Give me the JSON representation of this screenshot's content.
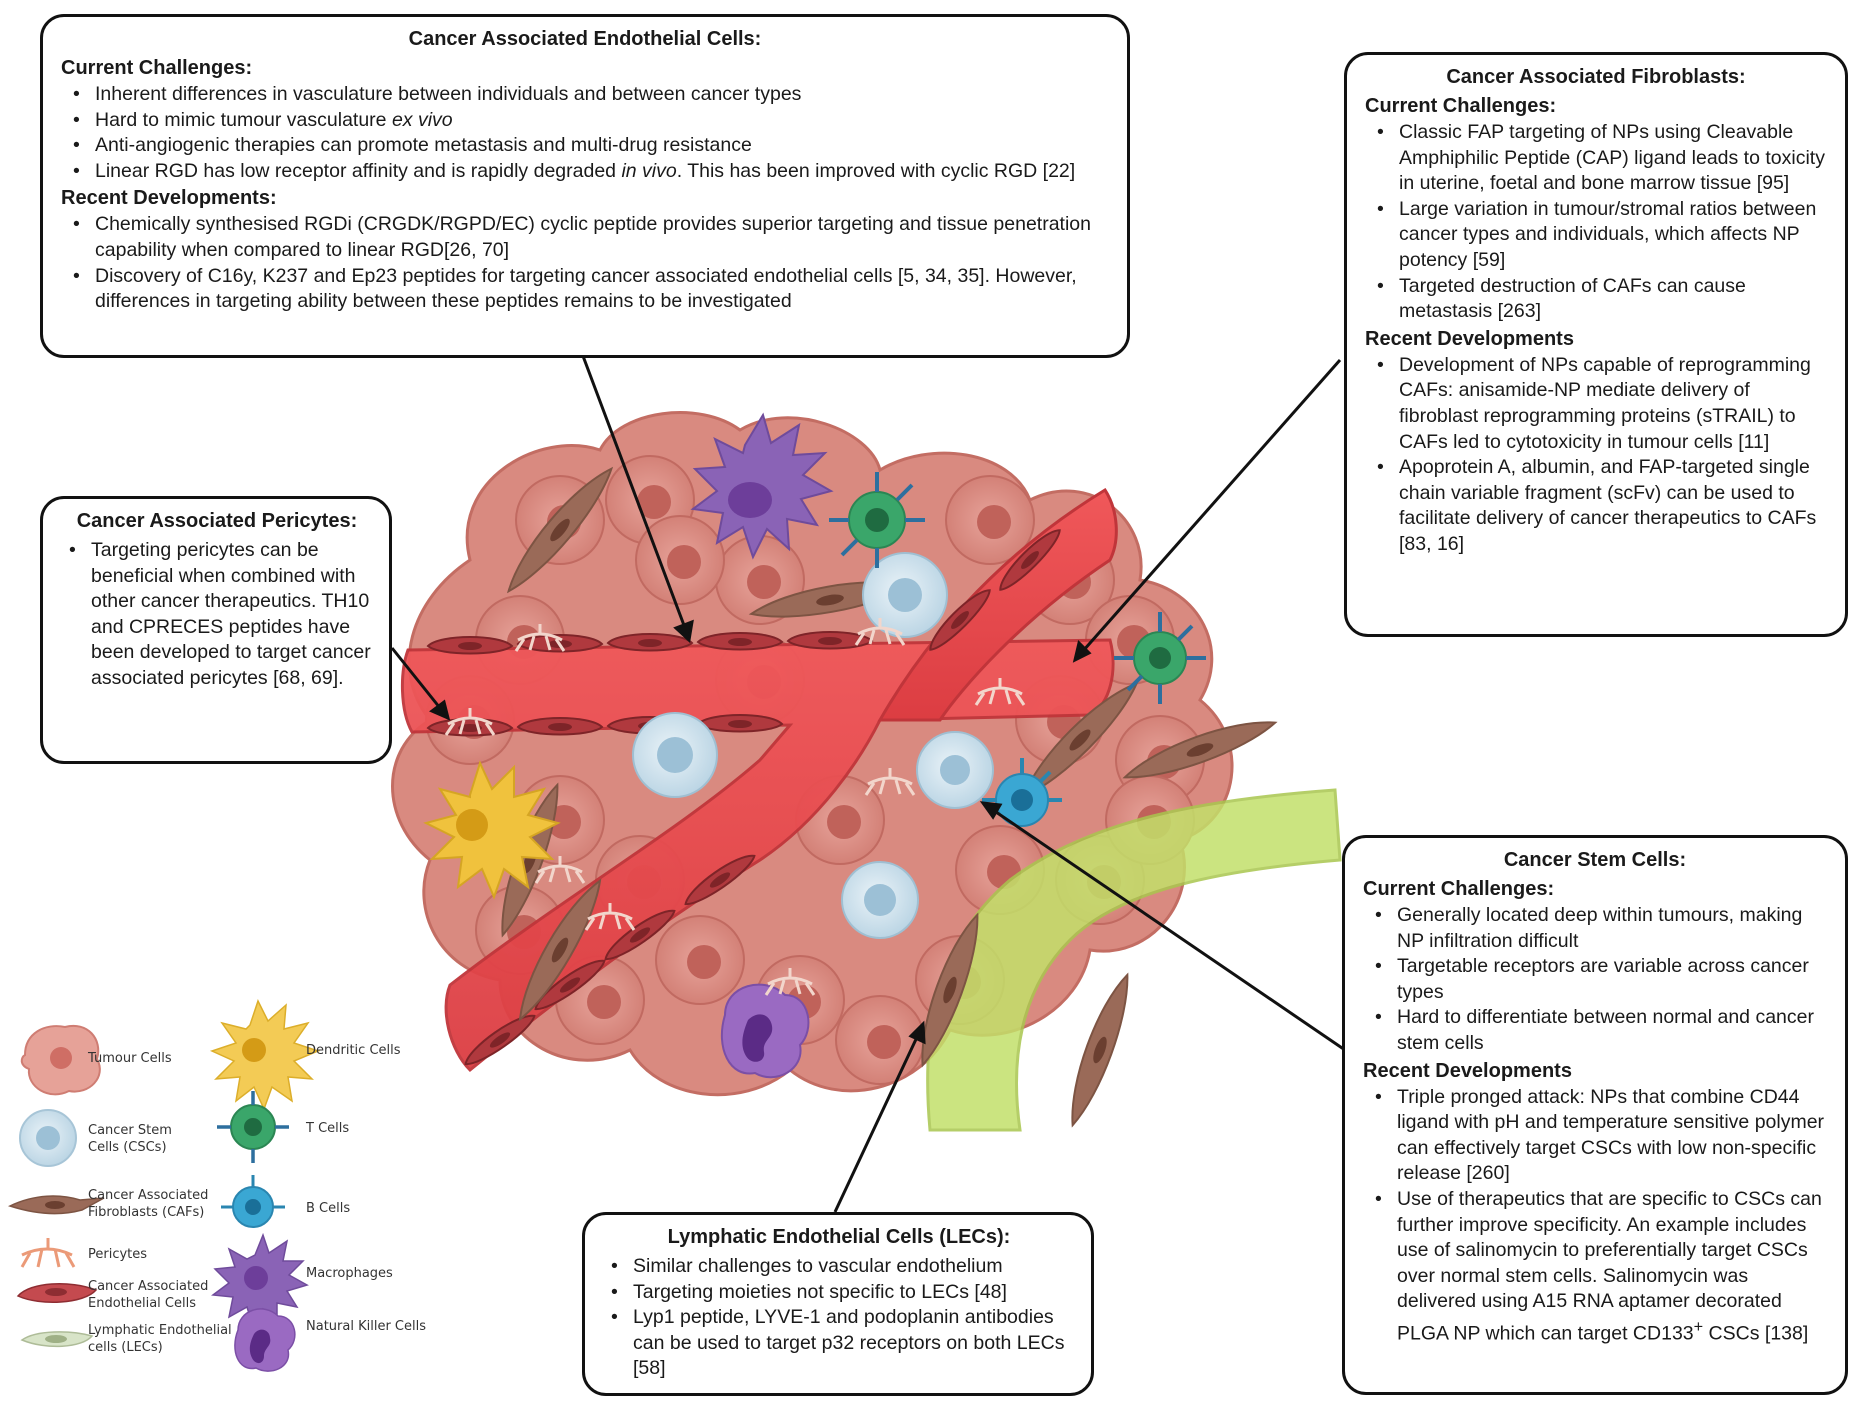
{
  "colors": {
    "vessel": "#e8474b",
    "lymph": "#c3e06a",
    "tumour": "#d9837a",
    "fibroblast": "#9a6a58",
    "endothelial": "#b03a3f",
    "stem": "#b9d6e6",
    "tcell": "#2f9a58",
    "bcell": "#3aa7d3",
    "macrophage": "#8a63b6",
    "dendritic": "#f0c23d",
    "nk": "#9a6ac2"
  },
  "endothelial": {
    "title": "Cancer Associated Endothelial Cells:",
    "challenges_heading": "Current Challenges:",
    "challenges": [
      {
        "pre": "Inherent differences in vasculature between individuals and between cancer types",
        "it": "",
        "post": ""
      },
      {
        "pre": "Hard to mimic tumour vasculature ",
        "it": "ex vivo",
        "post": ""
      },
      {
        "pre": "Anti-angiogenic therapies can promote metastasis and multi-drug resistance",
        "it": "",
        "post": ""
      },
      {
        "pre": "Linear RGD has low receptor affinity and is rapidly degraded ",
        "it": "in vivo",
        "post": ". This has been improved with cyclic RGD [22]"
      }
    ],
    "developments_heading": "Recent Developments:",
    "developments": [
      "Chemically synthesised RGDi (CRGDK/RGPD/EC) cyclic peptide provides superior targeting and tissue penetration capability when compared to linear RGD[26, 70]",
      "Discovery of C16y, K237 and Ep23 peptides for targeting cancer associated endothelial cells [5, 34, 35]. However, differences in targeting ability between these peptides remains to be investigated"
    ]
  },
  "fibroblasts": {
    "title": "Cancer Associated Fibroblasts:",
    "challenges_heading": "Current Challenges:",
    "challenges": [
      "Classic FAP targeting of NPs using Cleavable Amphiphilic Peptide (CAP) ligand leads to toxicity in uterine, foetal and bone marrow tissue [95]",
      "Large variation in tumour/stromal ratios between cancer types and individuals, which affects NP potency [59]",
      "Targeted destruction of CAFs can cause metastasis [263]"
    ],
    "developments_heading": "Recent Developments",
    "developments": [
      "Development of NPs capable of reprogramming CAFs: anisamide-NP mediate delivery of fibroblast reprogramming proteins (sTRAIL) to CAFs led to cytotoxicity in tumour cells [11]",
      "Apoprotein A, albumin, and FAP-targeted single chain variable fragment (scFv)  can be used to facilitate delivery of cancer therapeutics to CAFs [83, 16]"
    ]
  },
  "pericytes": {
    "title": "Cancer Associated Pericytes:",
    "items": [
      "Targeting pericytes can be beneficial when combined with other cancer therapeutics. TH10 and CPRECES peptides have been developed to target cancer associated pericytes [68, 69]."
    ]
  },
  "stem": {
    "title": "Cancer Stem Cells:",
    "challenges_heading": "Current Challenges:",
    "challenges": [
      "Generally located deep within tumours, making NP infiltration difficult",
      "Targetable receptors are variable across cancer types",
      "Hard to differentiate between normal and cancer stem cells"
    ],
    "developments_heading": "Recent Developments",
    "developments": [
      {
        "pre": "Triple pronged attack: NPs that combine CD44 ligand with pH and temperature sensitive polymer can effectively target CSCs with low non-specific release [260]",
        "sup": "",
        "post": ""
      },
      {
        "pre": "Use of therapeutics that are specific to CSCs can further improve specificity. An example includes use of salinomycin to preferentially target CSCs over normal stem cells. Salinomycin was delivered using A15 RNA aptamer decorated PLGA NP which can target CD133",
        "sup": "+",
        "post": " CSCs [138]"
      }
    ]
  },
  "lymphatic": {
    "title": "Lymphatic Endothelial Cells (LECs):",
    "items": [
      "Similar challenges to vascular endothelium",
      "Targeting moieties not specific to LECs [48]",
      "Lyp1 peptide, LYVE-1 and podoplanin antibodies can be used to target p32 receptors on both LECs [58]"
    ]
  },
  "legend": {
    "tumour": "Tumour Cells",
    "stem_1": "Cancer Stem",
    "stem_2": "Cells (CSCs)",
    "caf_1": "Cancer Associated",
    "caf_2": "Fibroblasts (CAFs)",
    "pericytes": "Pericytes",
    "cae_1": "Cancer Associated",
    "cae_2": "Endothelial Cells",
    "lec_1": "Lymphatic Endothelial",
    "lec_2": "cells (LECs)",
    "dendritic": "Dendritic Cells",
    "tcells": "T Cells",
    "bcells": "B Cells",
    "macrophages": "Macrophages",
    "nk": "Natural Killer Cells"
  }
}
